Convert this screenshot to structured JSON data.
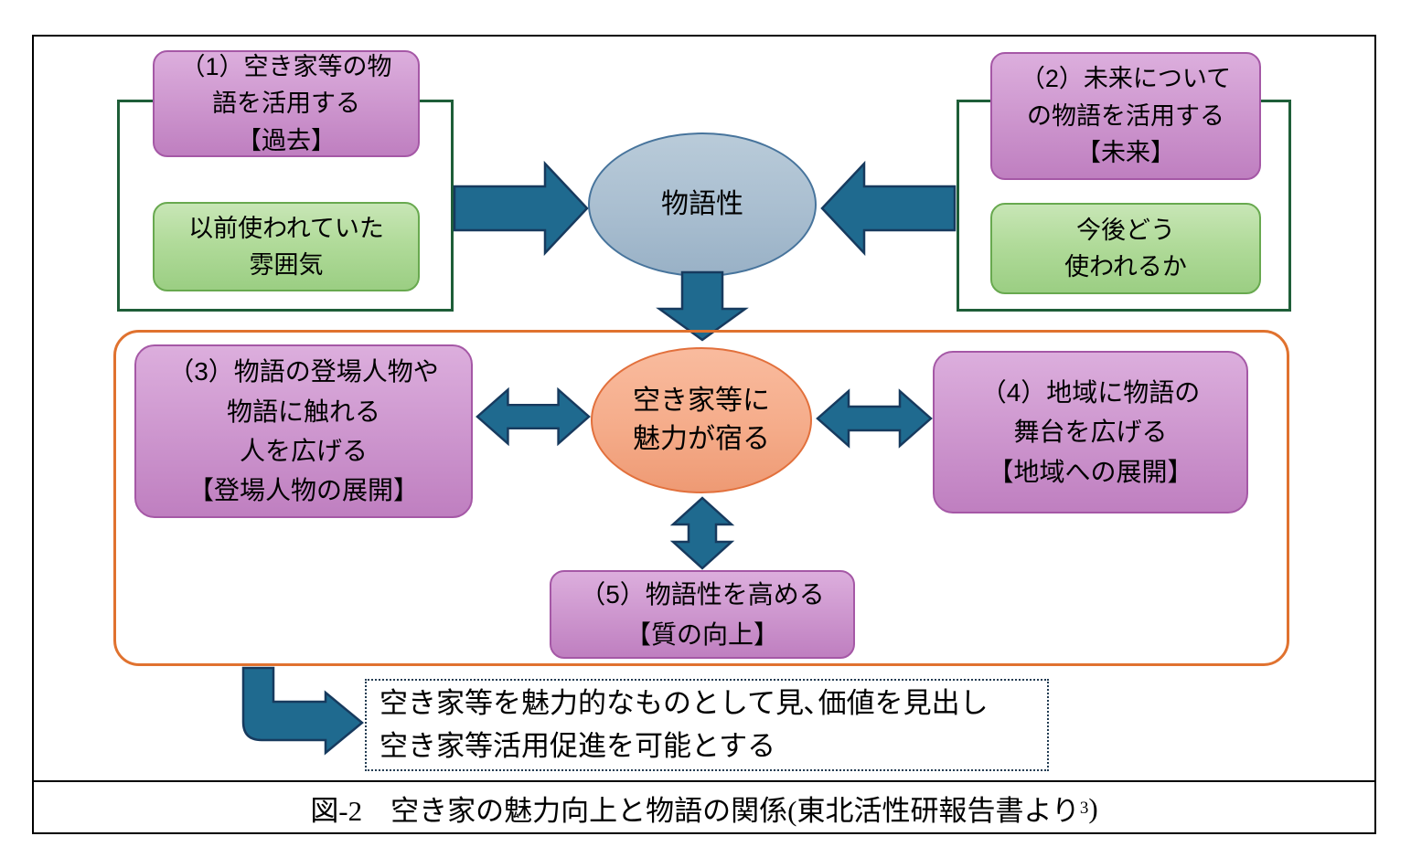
{
  "figure": {
    "caption_main": "図-2　空き家の魅力向上と物語の関係(東北活性研報告書より ",
    "caption_sup": "3",
    "caption_close": ")"
  },
  "top_section": {
    "past_group": {
      "title_box": "（1）空き家等の物\n語を活用する\n【過去】",
      "detail_box": "以前使われていた\n雰囲気"
    },
    "future_group": {
      "title_box": "（2）未来について\nの物語を活用する\n【未来】",
      "detail_box": "今後どう\n使われるか"
    },
    "center_ellipse": "物語性"
  },
  "middle_section": {
    "characters_box": "（3）物語の登場人物や\n物語に触れる\n人を広げる\n【登場人物の展開】",
    "region_box": "（4）地域に物語の\n舞台を広げる\n【地域への展開】",
    "quality_box": "（5）物語性を高める\n【質の向上】",
    "center_ellipse": "空き家等に\n魅力が宿る"
  },
  "bottom_section": {
    "conclusion_box": "空き家等を魅力的なものとして見､価値を見出し\n空き家等活用促進を可能とする"
  },
  "palette": {
    "purple_box_fill": "#cf99d0",
    "purple_box_border": "#a558a6",
    "green_box_fill": "#b1db9a",
    "green_box_border": "#68a94f",
    "green_frame_border": "#1e5e38",
    "orange_frame_border": "#e0722f",
    "blue_ellipse_fill": "#a9bed0",
    "orange_ellipse_fill": "#f5ac8a",
    "arrow_fill": "#1f6a8f",
    "arrow_border": "#173a5e"
  }
}
